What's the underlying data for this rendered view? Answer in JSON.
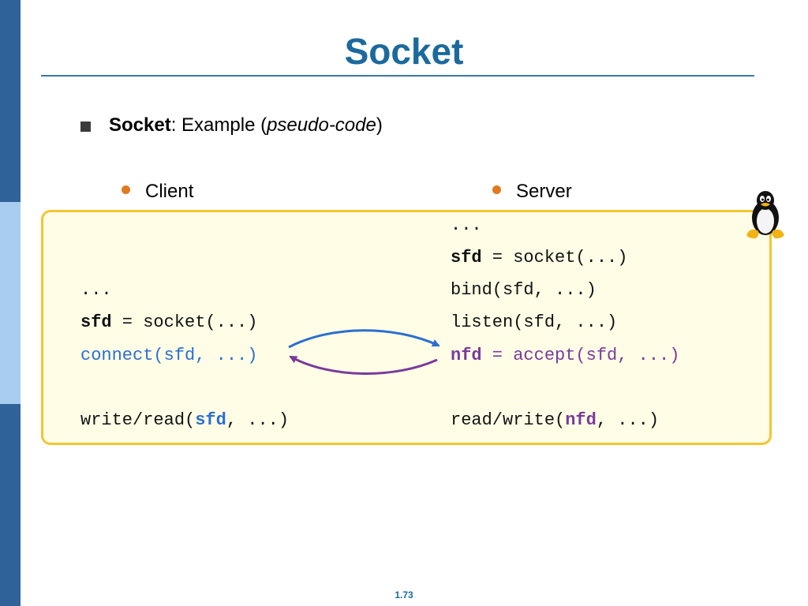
{
  "slide": {
    "title": "Socket",
    "page_number": "1.73"
  },
  "bullet": {
    "bold": "Socket",
    "colon": ": Example (",
    "italic": "pseudo-code",
    "close": ")"
  },
  "client": {
    "label": "Client",
    "line1": "...",
    "line2_var": "sfd",
    "line2_rest": " = socket(...)",
    "line3_fn": "connect(sfd, ",
    "line3_args": "...)",
    "line4_pre": "write/read(",
    "line4_var": "sfd",
    "line4_post": ", ...)"
  },
  "server": {
    "label": "Server",
    "line1": "...",
    "line2_var": "sfd",
    "line2_rest": " = socket(...)",
    "line3": "bind(sfd, ...)",
    "line4": "listen(sfd, ...)",
    "line5_var": "nfd",
    "line5_rest": " = accept(sfd, ...)",
    "line6_pre": "read/write(",
    "line6_var": "nfd",
    "line6_post": ", ...)"
  },
  "colors": {
    "title": "#1c6a9c",
    "sidebar_dark": "#30629a",
    "sidebar_light": "#a9cdef",
    "code_box_bg": "#fffde6",
    "code_box_border": "#f4c531",
    "client_arrow": "#2a6fd0",
    "server_arrow": "#7a3a9a"
  },
  "icons": {
    "bullet_square": "square-bullet-icon",
    "bullet_dot": "orange-dot-icon",
    "mascot": "tux-penguin-icon"
  }
}
